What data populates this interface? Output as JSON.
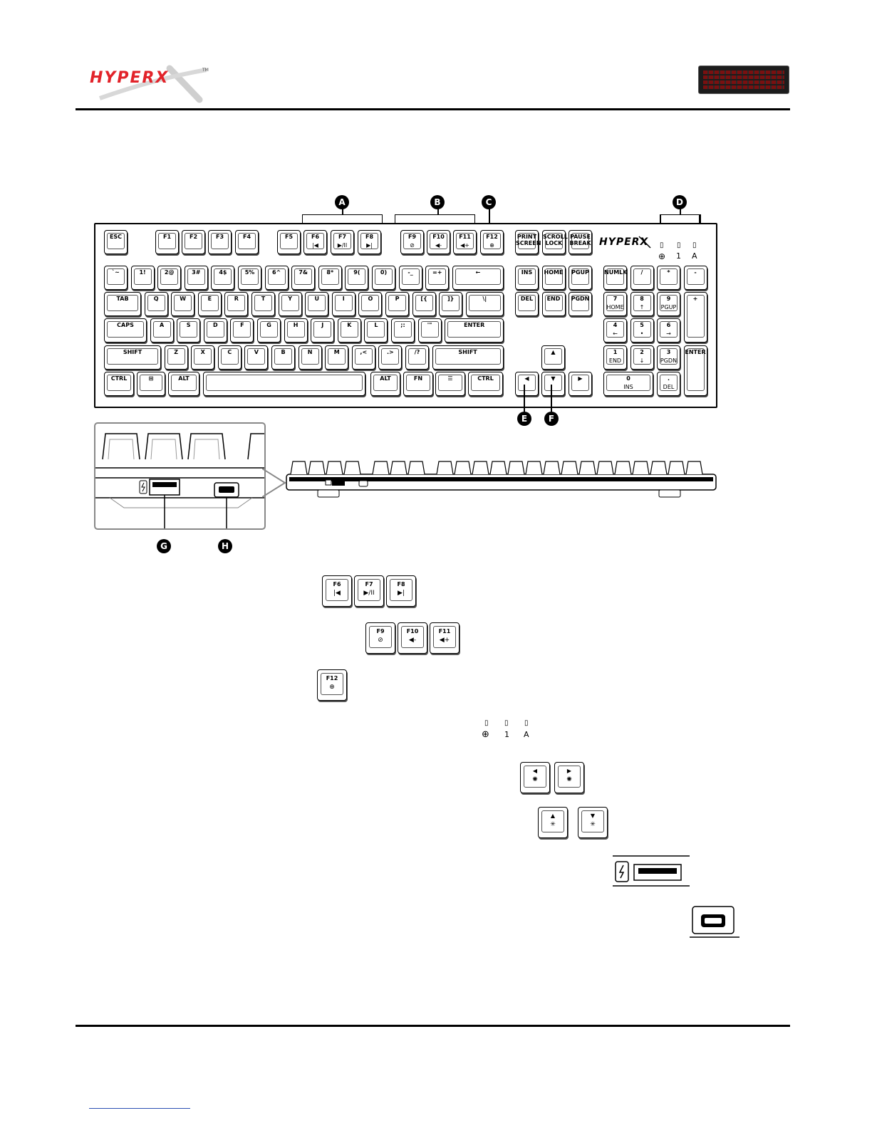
{
  "brand": {
    "logo_text": "HYPERX",
    "trademark": "™"
  },
  "callouts": [
    "A",
    "B",
    "C",
    "D",
    "E",
    "F",
    "G",
    "H"
  ],
  "keyboard": {
    "fn_row": [
      {
        "lbl": "ESC",
        "sub": ""
      },
      {
        "lbl": "F1",
        "sub": ""
      },
      {
        "lbl": "F2",
        "sub": ""
      },
      {
        "lbl": "F3",
        "sub": ""
      },
      {
        "lbl": "F4",
        "sub": ""
      },
      {
        "lbl": "F5",
        "sub": ""
      },
      {
        "lbl": "F6",
        "sub": "|◀"
      },
      {
        "lbl": "F7",
        "sub": "▶/II"
      },
      {
        "lbl": "F8",
        "sub": "▶|"
      },
      {
        "lbl": "F9",
        "sub": "⊘"
      },
      {
        "lbl": "F10",
        "sub": "◀-"
      },
      {
        "lbl": "F11",
        "sub": "◀+"
      },
      {
        "lbl": "F12",
        "sub": "⊕"
      },
      {
        "lbl": "PRINT\nSCREEN",
        "sub": ""
      },
      {
        "lbl": "SCROLL\nLOCK",
        "sub": ""
      },
      {
        "lbl": "PAUSE\nBREAK",
        "sub": ""
      }
    ],
    "row1": [
      "`~",
      "1!",
      "2@",
      "3#",
      "4$",
      "5%",
      "6^",
      "7&",
      "8*",
      "9(",
      "0)",
      "-_",
      "=+",
      "←"
    ],
    "row2": [
      "TAB",
      "Q",
      "W",
      "E",
      "R",
      "T",
      "Y",
      "U",
      "I",
      "O",
      "P",
      "[{",
      "]}",
      "\\|"
    ],
    "row3": [
      "CAPS",
      "A",
      "S",
      "D",
      "F",
      "G",
      "H",
      "J",
      "K",
      "L",
      ";:",
      "'\"",
      "ENTER"
    ],
    "row4": [
      "SHIFT",
      "Z",
      "X",
      "C",
      "V",
      "B",
      "N",
      "M",
      ",<",
      ".>",
      "/?",
      "SHIFT"
    ],
    "row5": [
      "CTRL",
      "⊞",
      "ALT",
      "",
      "ALT",
      "FN",
      "☰",
      "CTRL"
    ],
    "nav1": [
      "INS",
      "HOME",
      "PGUP"
    ],
    "nav2": [
      "DEL",
      "END",
      "PGDN"
    ],
    "arrows": {
      "up": "▲",
      "left": "◀",
      "down": "▼",
      "right": "▶"
    },
    "numpad": {
      "r1": [
        "NUMLK",
        "/",
        "*",
        "-"
      ],
      "r2": [
        {
          "lbl": "7",
          "sub": "HOME"
        },
        {
          "lbl": "8",
          "sub": "↑"
        },
        {
          "lbl": "9",
          "sub": "PGUP"
        }
      ],
      "plus": "+",
      "r3": [
        {
          "lbl": "4",
          "sub": "←"
        },
        {
          "lbl": "5",
          "sub": "•"
        },
        {
          "lbl": "6",
          "sub": "→"
        }
      ],
      "r4": [
        {
          "lbl": "1",
          "sub": "END"
        },
        {
          "lbl": "2",
          "sub": "↓"
        },
        {
          "lbl": "3",
          "sub": "PGDN"
        }
      ],
      "enter": "ENTER",
      "r5": [
        {
          "lbl": "0",
          "sub": "INS"
        },
        {
          "lbl": ".",
          "sub": "DEL"
        }
      ]
    },
    "indicators": [
      "⊕",
      "1",
      "A"
    ],
    "board_logo": "HYPERX"
  },
  "legend_items": {
    "media": [
      {
        "lbl": "F6",
        "sub": "|◀"
      },
      {
        "lbl": "F7",
        "sub": "▶/II"
      },
      {
        "lbl": "F8",
        "sub": "▶|"
      }
    ],
    "volume": [
      {
        "lbl": "F9",
        "sub": "⊘"
      },
      {
        "lbl": "F10",
        "sub": "◀-"
      },
      {
        "lbl": "F11",
        "sub": "◀+"
      }
    ],
    "game": [
      {
        "lbl": "F12",
        "sub": "⊕"
      }
    ],
    "leds": [
      "⊕",
      "1",
      "A"
    ],
    "effects": [
      {
        "lbl": "◀",
        "sub": "✺"
      },
      {
        "lbl": "▶",
        "sub": "✺"
      }
    ],
    "brightness": [
      {
        "lbl": "▲",
        "sub": "✳"
      },
      {
        "lbl": "▼",
        "sub": "✳"
      }
    ]
  }
}
